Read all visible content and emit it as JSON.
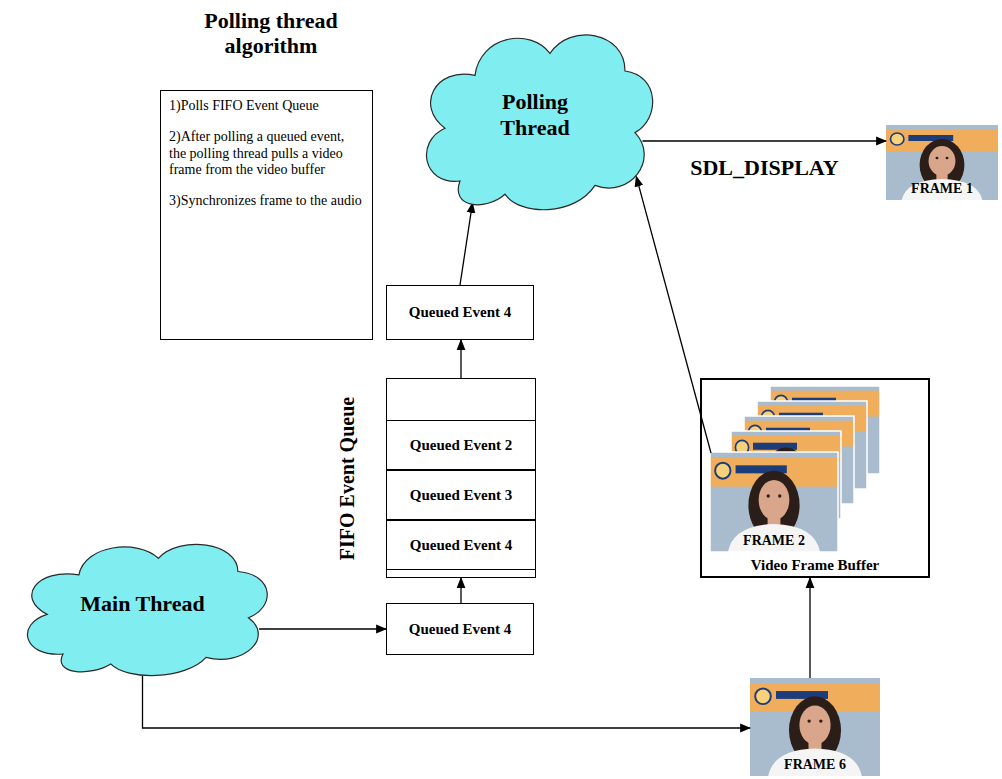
{
  "diagram": {
    "title": "Polling thread algorithm",
    "nodes": [
      {
        "text": [
          "1)Polls FIFO Event Queue",
          "2)After polling a queued event, the polling thread pulls a video frame from the video buffer",
          "3)Synchronizes frame to the audio"
        ]
      },
      {
        "text": [
          "Polling Thread"
        ]
      },
      {
        "text": [
          "FRAME 1"
        ]
      },
      {
        "text": [
          "Queued Event 4"
        ]
      },
      {
        "text": [
          "FIFO Event Queue"
        ]
      },
      {
        "text": [
          "Queued Event 2"
        ],
        "in": 4
      },
      {
        "text": [
          "Queued Event 3"
        ],
        "in": 4
      },
      {
        "text": [
          "Queued Event 4"
        ],
        "in": 4
      },
      {
        "text": [
          "Video Frame Buffer"
        ]
      },
      {
        "text": [
          "FRAME 2"
        ],
        "in": 8
      },
      {
        "text": [
          "Main Thread"
        ]
      },
      {
        "text": [
          "Queued Event 4"
        ]
      },
      {
        "text": [
          "FRAME 6"
        ]
      }
    ],
    "edges": [
      {
        "from": 10,
        "to": 11,
        "arrow": "to"
      },
      {
        "from": 11,
        "to": 4,
        "arrow": "to"
      },
      {
        "from": 4,
        "to": 3,
        "arrow": "to"
      },
      {
        "from": 3,
        "to": 1,
        "arrow": "to"
      },
      {
        "from": 1,
        "to": 2,
        "label": "SDL_DISPLAY",
        "arrow": "to"
      },
      {
        "from": 9,
        "to": 1,
        "arrow": "to"
      },
      {
        "from": 10,
        "to": 12,
        "arrow": "to"
      },
      {
        "from": 12,
        "to": 8,
        "arrow": "to"
      }
    ]
  }
}
